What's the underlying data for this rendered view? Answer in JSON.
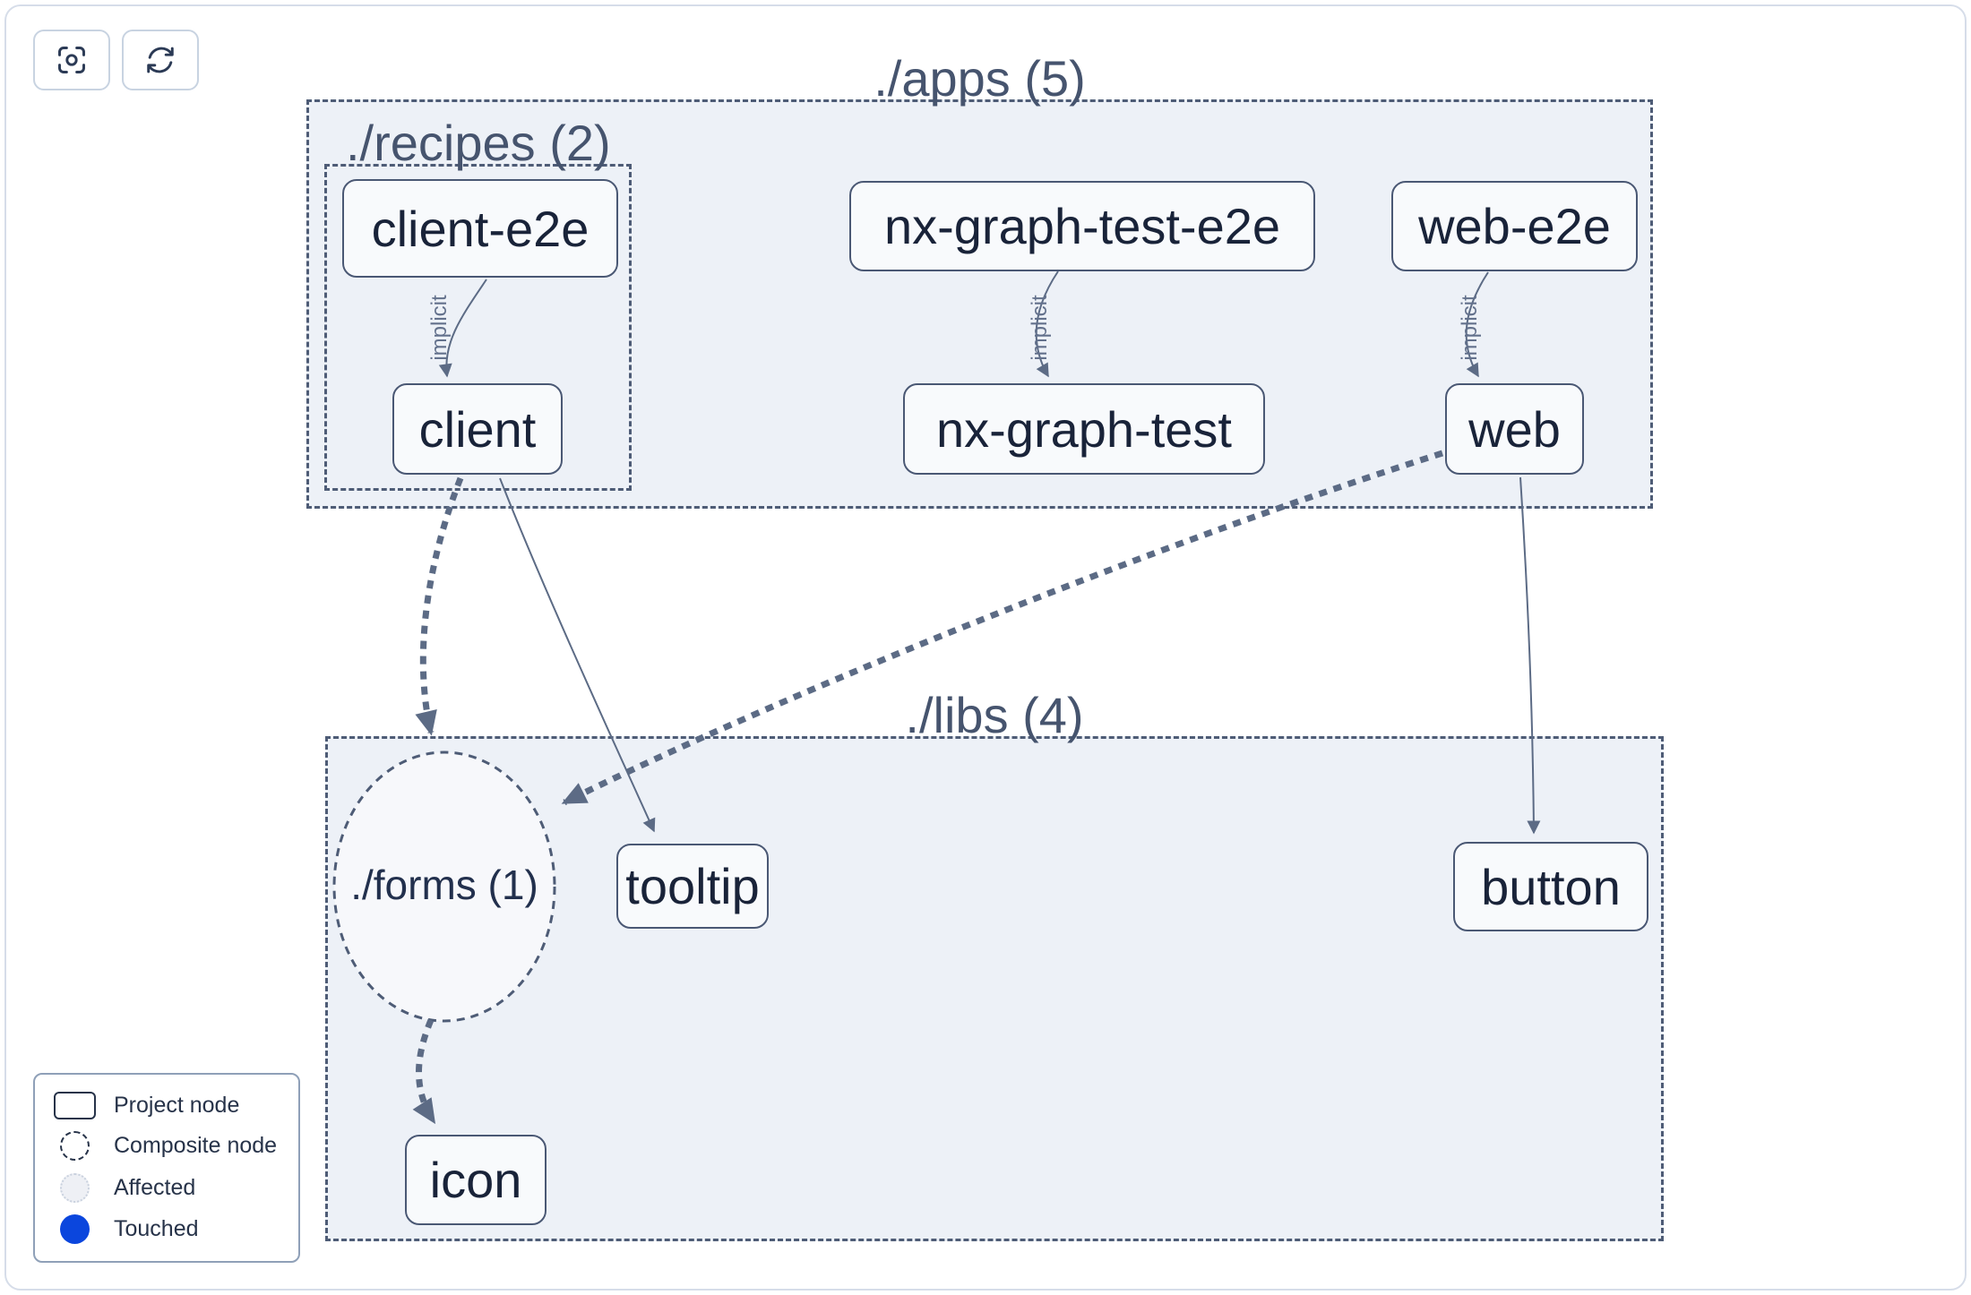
{
  "toolbar": {
    "focus_icon": "focus-crosshair",
    "refresh_icon": "refresh-arrows"
  },
  "groups": {
    "apps": {
      "label": "./apps (5)"
    },
    "recipes": {
      "label": "./recipes (2)"
    },
    "libs": {
      "label": "./libs (4)"
    },
    "forms": {
      "label": "./forms (1)"
    }
  },
  "nodes": {
    "client_e2e": {
      "label": "client-e2e"
    },
    "client": {
      "label": "client"
    },
    "nx_graph_test_e2e": {
      "label": "nx-graph-test-e2e"
    },
    "nx_graph_test": {
      "label": "nx-graph-test"
    },
    "web_e2e": {
      "label": "web-e2e"
    },
    "web": {
      "label": "web"
    },
    "tooltip": {
      "label": "tooltip"
    },
    "button": {
      "label": "button"
    },
    "icon": {
      "label": "icon"
    }
  },
  "edges": {
    "implicit_label": "implicit",
    "list": [
      {
        "from": "client-e2e",
        "to": "client",
        "style": "thin-solid",
        "label": "implicit"
      },
      {
        "from": "nx-graph-test-e2e",
        "to": "nx-graph-test",
        "style": "thin-solid",
        "label": "implicit"
      },
      {
        "from": "web-e2e",
        "to": "web",
        "style": "thin-solid",
        "label": "implicit"
      },
      {
        "from": "client",
        "to": "./forms (1)",
        "style": "thick-dashed",
        "label": ""
      },
      {
        "from": "client",
        "to": "tooltip",
        "style": "thin-solid",
        "label": ""
      },
      {
        "from": "web",
        "to": "./forms (1)",
        "style": "thick-dashed",
        "label": ""
      },
      {
        "from": "web",
        "to": "button",
        "style": "thin-solid",
        "label": ""
      },
      {
        "from": "./forms (1)",
        "to": "icon",
        "style": "thick-dashed",
        "label": ""
      }
    ]
  },
  "legend": {
    "items": [
      {
        "label": "Project node",
        "type": "project"
      },
      {
        "label": "Composite node",
        "type": "composite"
      },
      {
        "label": "Affected",
        "type": "affected"
      },
      {
        "label": "Touched",
        "type": "touched"
      }
    ]
  },
  "colors": {
    "touched": "#0b46dd",
    "affected_fill": "#eef0f5",
    "container_fill": "#edf1f7",
    "node_border": "#4a5874",
    "edge": "#5c6b85",
    "title_text": "#46546e",
    "node_text": "#192339"
  }
}
